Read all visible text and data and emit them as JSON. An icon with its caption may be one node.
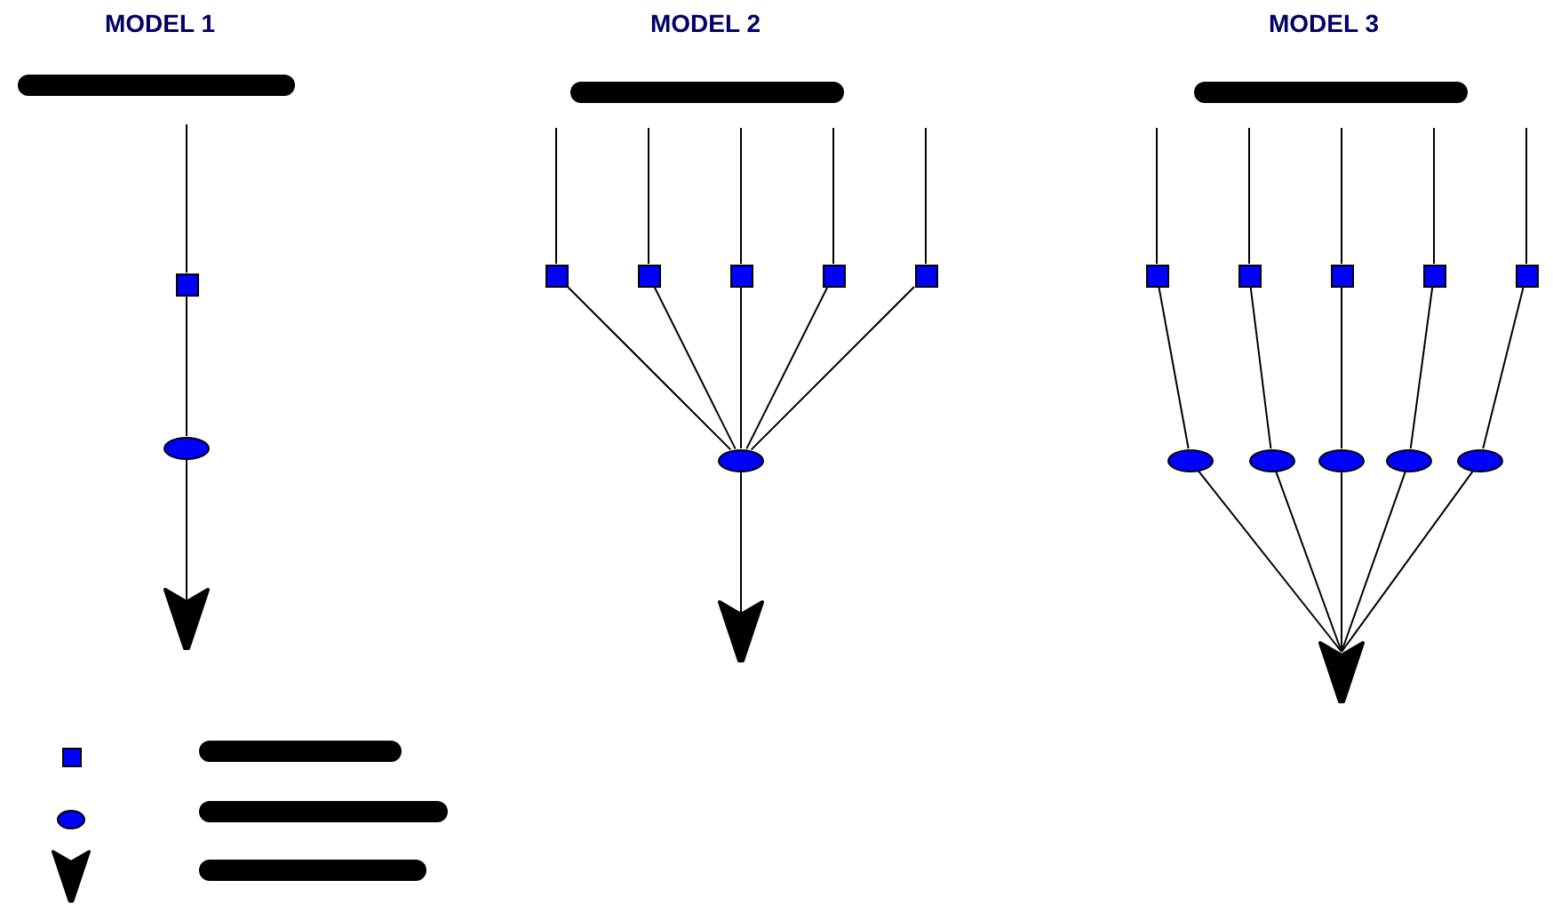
{
  "diagram": {
    "nodes": [
      {
        "text": [],
        "shape": "bar"
      },
      {
        "text": [],
        "shape": "square"
      },
      {
        "text": [],
        "shape": "ellipse"
      },
      {
        "text": [],
        "shape": "arrowhead"
      },
      {
        "text": [],
        "shape": "bar"
      },
      {
        "text": [],
        "shape": "square"
      },
      {
        "text": [],
        "shape": "square"
      },
      {
        "text": [],
        "shape": "square"
      },
      {
        "text": [],
        "shape": "square"
      },
      {
        "text": [],
        "shape": "square"
      },
      {
        "text": [],
        "shape": "ellipse"
      },
      {
        "text": [],
        "shape": "arrowhead"
      },
      {
        "text": [],
        "shape": "bar"
      },
      {
        "text": [],
        "shape": "square"
      },
      {
        "text": [],
        "shape": "square"
      },
      {
        "text": [],
        "shape": "square"
      },
      {
        "text": [],
        "shape": "square"
      },
      {
        "text": [],
        "shape": "square"
      },
      {
        "text": [],
        "shape": "ellipse"
      },
      {
        "text": [],
        "shape": "ellipse"
      },
      {
        "text": [],
        "shape": "ellipse"
      },
      {
        "text": [],
        "shape": "ellipse"
      },
      {
        "text": [],
        "shape": "ellipse"
      },
      {
        "text": [],
        "shape": "arrowhead"
      },
      {
        "text": [],
        "shape": "square"
      },
      {
        "text": [],
        "shape": "ellipse"
      },
      {
        "text": [],
        "shape": "arrowhead"
      },
      {
        "text": [],
        "shape": "bar"
      },
      {
        "text": [],
        "shape": "bar"
      },
      {
        "text": [],
        "shape": "bar"
      }
    ],
    "edges": [
      {
        "from": null,
        "to": 1,
        "arrow": "none"
      },
      {
        "from": 1,
        "to": 2,
        "arrow": "none"
      },
      {
        "from": 2,
        "to": 3,
        "arrow": "none"
      },
      {
        "from": null,
        "to": 5,
        "arrow": "none"
      },
      {
        "from": null,
        "to": 6,
        "arrow": "none"
      },
      {
        "from": null,
        "to": 7,
        "arrow": "none"
      },
      {
        "from": null,
        "to": 8,
        "arrow": "none"
      },
      {
        "from": null,
        "to": 9,
        "arrow": "none"
      },
      {
        "from": 5,
        "to": 10,
        "arrow": "none"
      },
      {
        "from": 6,
        "to": 10,
        "arrow": "none"
      },
      {
        "from": 7,
        "to": 10,
        "arrow": "none"
      },
      {
        "from": 8,
        "to": 10,
        "arrow": "none"
      },
      {
        "from": 9,
        "to": 10,
        "arrow": "none"
      },
      {
        "from": 10,
        "to": 11,
        "arrow": "none"
      },
      {
        "from": null,
        "to": 13,
        "arrow": "none"
      },
      {
        "from": null,
        "to": 14,
        "arrow": "none"
      },
      {
        "from": null,
        "to": 15,
        "arrow": "none"
      },
      {
        "from": null,
        "to": 16,
        "arrow": "none"
      },
      {
        "from": null,
        "to": 17,
        "arrow": "none"
      },
      {
        "from": 13,
        "to": 18,
        "arrow": "none"
      },
      {
        "from": 14,
        "to": 19,
        "arrow": "none"
      },
      {
        "from": 15,
        "to": 20,
        "arrow": "none"
      },
      {
        "from": 16,
        "to": 21,
        "arrow": "none"
      },
      {
        "from": 17,
        "to": 22,
        "arrow": "none"
      },
      {
        "from": 18,
        "to": 23,
        "arrow": "none"
      },
      {
        "from": 19,
        "to": 23,
        "arrow": "none"
      },
      {
        "from": 20,
        "to": 23,
        "arrow": "none"
      },
      {
        "from": 21,
        "to": 23,
        "arrow": "none"
      },
      {
        "from": 22,
        "to": 23,
        "arrow": "none"
      }
    ],
    "labels": [
      "MODEL 1",
      "MODEL 2",
      "MODEL 3"
    ]
  }
}
